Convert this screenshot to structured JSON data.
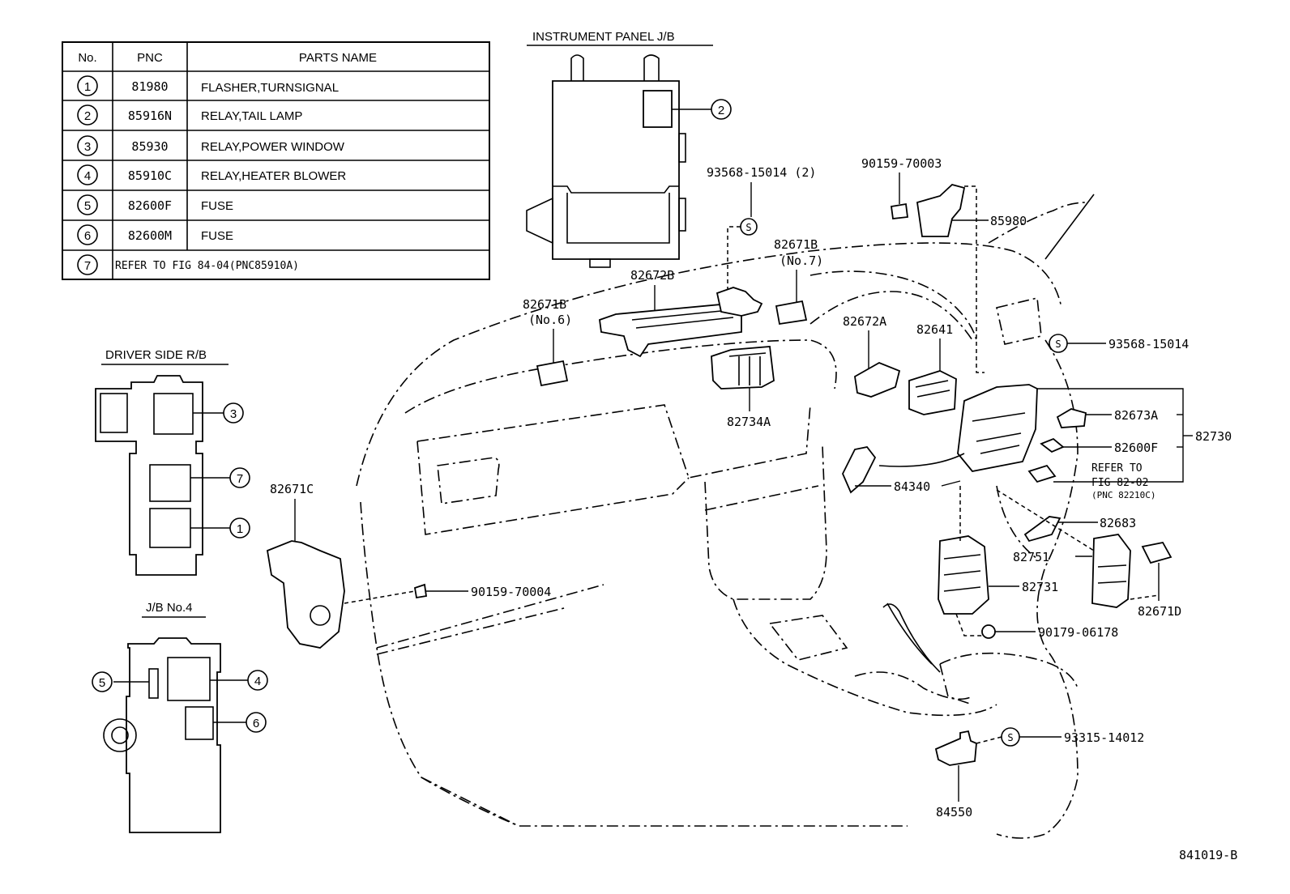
{
  "table": {
    "headers": {
      "no": "No.",
      "pnc": "PNC",
      "name": "PARTS NAME"
    },
    "rows": [
      {
        "no": "1",
        "pnc": "81980",
        "name": "FLASHER,TURNSIGNAL"
      },
      {
        "no": "2",
        "pnc": "85916N",
        "name": "RELAY,TAIL LAMP"
      },
      {
        "no": "3",
        "pnc": "85930",
        "name": "RELAY,POWER WINDOW"
      },
      {
        "no": "4",
        "pnc": "85910C",
        "name": "RELAY,HEATER BLOWER"
      },
      {
        "no": "5",
        "pnc": "82600F",
        "name": "FUSE"
      },
      {
        "no": "6",
        "pnc": "82600M",
        "name": "FUSE"
      }
    ],
    "note_row": {
      "no": "7",
      "text": "REFER TO FIG 84-04(PNC85910A)"
    }
  },
  "section_titles": {
    "instrument_panel_jb": "INSTRUMENT PANEL J/B",
    "driver_side_rb": "DRIVER SIDE R/B",
    "jb_no4": "J/B No.4"
  },
  "callouts": {
    "c1": "1",
    "c2": "2",
    "c3": "3",
    "c4": "4",
    "c5": "5",
    "c6": "6",
    "c7": "7"
  },
  "part_labels": {
    "p93568_15014_2": "93568-15014 (2)",
    "p90159_70003": "90159-70003",
    "p85980": "85980",
    "p82671B_no7_a": "82671B",
    "p82671B_no7_b": "(No.7)",
    "p82672B": "82672B",
    "p82671B_no6_a": "82671B",
    "p82671B_no6_b": "(No.6)",
    "p82672A": "82672A",
    "p82641": "82641",
    "p93568_15014": "93568-15014",
    "p82734A": "82734A",
    "p82673A": "82673A",
    "p82730": "82730",
    "p82600F": "82600F",
    "refer_a": "REFER TO",
    "refer_b": "FIG 82-02",
    "refer_c": "(PNC 82210C)",
    "p84340": "84340",
    "p82671C": "82671C",
    "p82683": "82683",
    "p82751": "82751",
    "p82731": "82731",
    "p82671D": "82671D",
    "p90159_70004": "90159-70004",
    "p90179_06178": "90179-06178",
    "p93315_14012": "93315-14012",
    "p84550": "84550",
    "s_mark": "S"
  },
  "figure_id": "841019-B"
}
